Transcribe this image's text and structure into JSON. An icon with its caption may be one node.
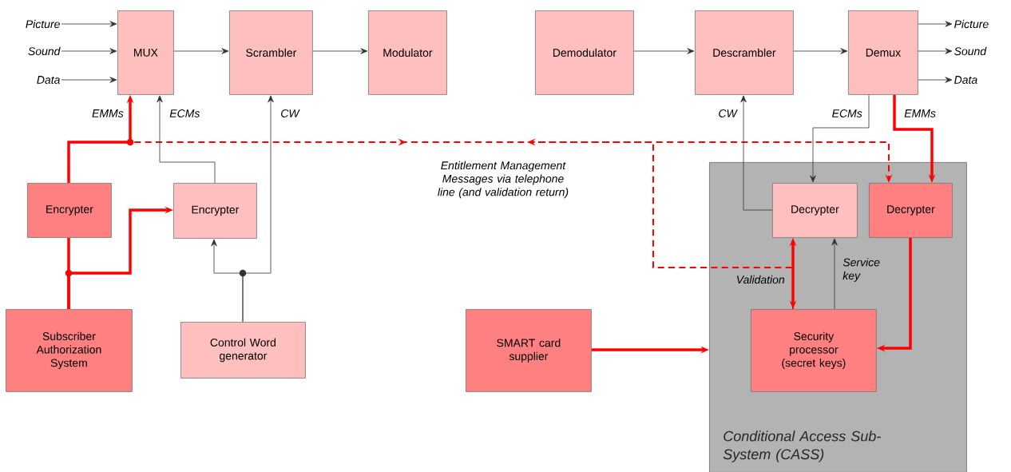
{
  "diagram": {
    "nodes": [
      {
        "text": [
          "Picture"
        ]
      },
      {
        "text": [
          "Sound"
        ]
      },
      {
        "text": [
          "Data"
        ]
      },
      {
        "text": [
          "MUX"
        ]
      },
      {
        "text": [
          "Scrambler"
        ]
      },
      {
        "text": [
          "Modulator"
        ]
      },
      {
        "text": [
          "Demodulator"
        ]
      },
      {
        "text": [
          "Descrambler"
        ]
      },
      {
        "text": [
          "Demux"
        ]
      },
      {
        "text": [
          "Picture"
        ]
      },
      {
        "text": [
          "Sound"
        ]
      },
      {
        "text": [
          "Data"
        ]
      },
      {
        "text": [
          "Encrypter"
        ]
      },
      {
        "text": [
          "Encrypter"
        ]
      },
      {
        "text": [
          "Conditional Access Sub-System (CASS)"
        ]
      },
      {
        "text": [
          "Decrypter"
        ],
        "in": 14
      },
      {
        "text": [
          "Decrypter"
        ],
        "in": 14
      },
      {
        "text": [
          "Subscriber Authorization System"
        ]
      },
      {
        "text": [
          "Control Word generator"
        ]
      },
      {
        "text": [
          "SMART card supplier"
        ]
      },
      {
        "text": [
          "Security processor (secret keys)"
        ],
        "in": 14
      }
    ],
    "edges": [
      {
        "from": 0,
        "to": 3,
        "arrow": "to"
      },
      {
        "from": 1,
        "to": 3,
        "arrow": "to"
      },
      {
        "from": 2,
        "to": 3,
        "arrow": "to"
      },
      {
        "from": 3,
        "to": 4,
        "arrow": "to"
      },
      {
        "from": 4,
        "to": 5,
        "arrow": "to"
      },
      {
        "from": 6,
        "to": 7,
        "arrow": "to"
      },
      {
        "from": 7,
        "to": 8,
        "arrow": "to"
      },
      {
        "from": 8,
        "to": 9,
        "arrow": "to"
      },
      {
        "from": 8,
        "to": 10,
        "arrow": "to"
      },
      {
        "from": 8,
        "to": 11,
        "arrow": "to"
      },
      {
        "from": 12,
        "to": 3,
        "arrow": "to",
        "label": "EMMs",
        "style": "thick",
        "color": "#ff0000"
      },
      {
        "from": 12,
        "to": 16,
        "arrow": "to",
        "label": "Entitlement Management Messages via telephone line (and validation return)",
        "style": "dashed",
        "color": "#ff0000"
      },
      {
        "from": 13,
        "to": 3,
        "arrow": "to",
        "label": "ECMs"
      },
      {
        "from": 18,
        "to": 4,
        "arrow": "to",
        "label": "CW"
      },
      {
        "from": 18,
        "to": 13,
        "arrow": "to"
      },
      {
        "from": 17,
        "to": 12,
        "arrow": "none",
        "style": "thick",
        "color": "#ff0000"
      },
      {
        "from": 17,
        "to": 13,
        "arrow": "to",
        "style": "thick",
        "color": "#ff0000"
      },
      {
        "from": 15,
        "to": 7,
        "arrow": "to",
        "label": "CW"
      },
      {
        "from": 8,
        "to": 15,
        "arrow": "to",
        "label": "ECMs"
      },
      {
        "from": 8,
        "to": 16,
        "arrow": "to",
        "label": "EMMs",
        "style": "thick",
        "color": "#ff0000"
      },
      {
        "from": 16,
        "to": 20,
        "arrow": "to",
        "style": "thick",
        "color": "#ff0000"
      },
      {
        "from": 15,
        "to": 20,
        "arrow": "both",
        "label": "Validation",
        "style": "thick",
        "color": "#ff0000"
      },
      {
        "from": 20,
        "to": 15,
        "arrow": "to",
        "label": "Service key"
      },
      {
        "from": 19,
        "to": 14,
        "arrow": "to",
        "style": "thick",
        "color": "#ff0000"
      },
      {
        "from": 20,
        "to": null,
        "arrow": "to",
        "style": "dashed",
        "color": "#ff0000"
      }
    ]
  }
}
